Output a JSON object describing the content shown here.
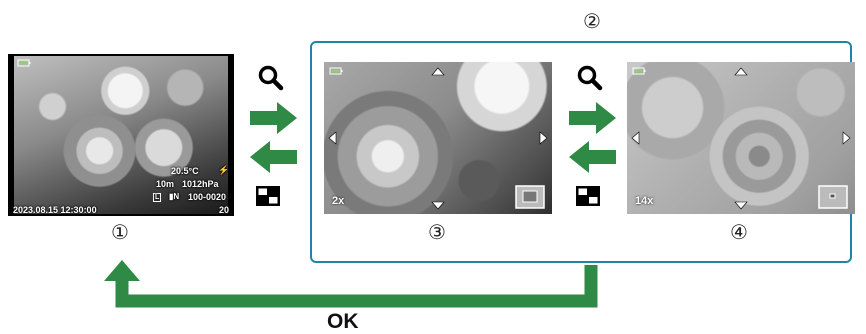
{
  "markers": {
    "m1": "①",
    "m2": "②",
    "m3": "③",
    "m4": "④"
  },
  "screen1": {
    "temperature": "20.5°C",
    "depth": "10m",
    "pressure": "1012hPa",
    "file_number": "100-0020",
    "datetime": "2023.08.15 12:30:00",
    "frame_count": "20"
  },
  "screen3": {
    "zoom": "2x"
  },
  "screen4": {
    "zoom": "14x"
  },
  "ok_label": "OK",
  "icons": [
    "battery-icon",
    "magnify-icon",
    "index-icon",
    "arrow-right-icon",
    "arrow-left-icon",
    "nav-triangle-icon",
    "position-indicator-icon"
  ],
  "colors": {
    "arrow_green": "#2e8a45",
    "frame_blue": "#1f84a8"
  }
}
